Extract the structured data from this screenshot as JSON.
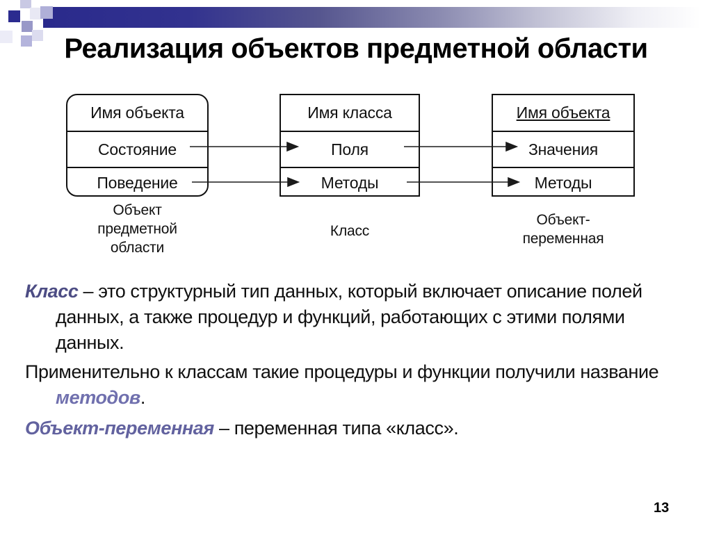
{
  "slide": {
    "title": "Реализация объектов предметной области",
    "page_number": "13"
  },
  "diagram": {
    "boxes": [
      {
        "rows": [
          "Имя объекта",
          "Состояние",
          "Поведение"
        ],
        "caption_lines": [
          "Объект",
          "предметной",
          "области"
        ]
      },
      {
        "rows": [
          "Имя класса",
          "Поля",
          "Методы"
        ],
        "caption_lines": [
          "Класс"
        ]
      },
      {
        "rows": [
          "Имя объекта",
          "Значения",
          "Методы"
        ],
        "caption_lines": [
          "Объект-",
          "переменная"
        ]
      }
    ]
  },
  "body": {
    "p1_term": "Класс",
    "p1_rest": " – это структурный тип данных, который включает описание полей данных, а также процедур и функций, работающих с этими полями данных.",
    "p2_before": "Применительно к классам такие процедуры и функции получили название ",
    "p2_term": "методов",
    "p2_after": ".",
    "p3_term": "Объект-переменная",
    "p3_rest": " – переменная типа «класс»."
  },
  "colors": {
    "accent_dark_navy": "#2b2b8f",
    "term_class": "#4d4d84",
    "term_methods": "#7070ae",
    "term_objvar": "#62629f"
  }
}
